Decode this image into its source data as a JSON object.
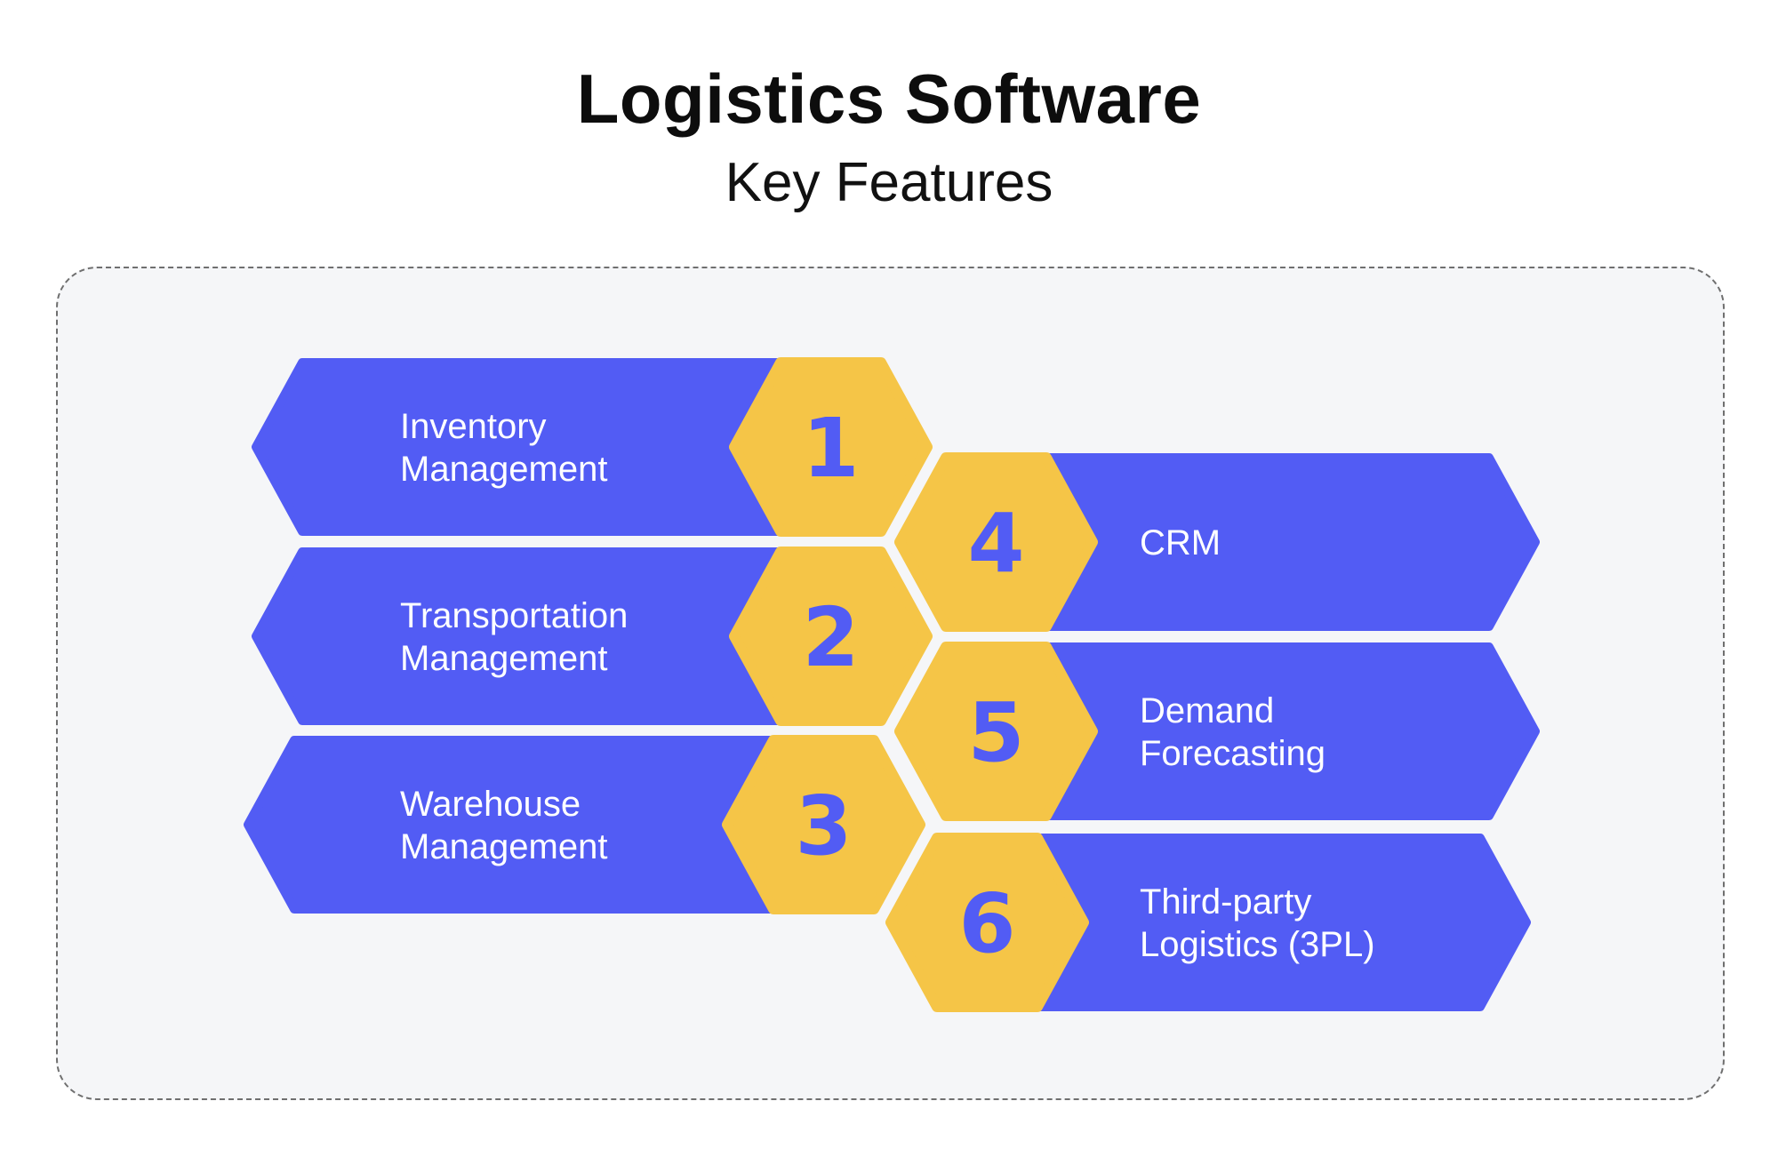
{
  "title": "Logistics Software",
  "subtitle": "Key Features",
  "colors": {
    "banner": "#525cf4",
    "hexagon": "#f5c547",
    "number": "#525cf4",
    "panel_background": "#f5f6f8",
    "panel_border": "#6f6f6f"
  },
  "features": [
    {
      "number": "1",
      "label_lines": [
        "Inventory",
        "Management"
      ]
    },
    {
      "number": "2",
      "label_lines": [
        "Transportation",
        "Management"
      ]
    },
    {
      "number": "3",
      "label_lines": [
        "Warehouse",
        "Management"
      ]
    },
    {
      "number": "4",
      "label_lines": [
        "CRM"
      ]
    },
    {
      "number": "5",
      "label_lines": [
        "Demand",
        "Forecasting"
      ]
    },
    {
      "number": "6",
      "label_lines": [
        "Third-party",
        "Logistics (3PL)"
      ]
    }
  ]
}
